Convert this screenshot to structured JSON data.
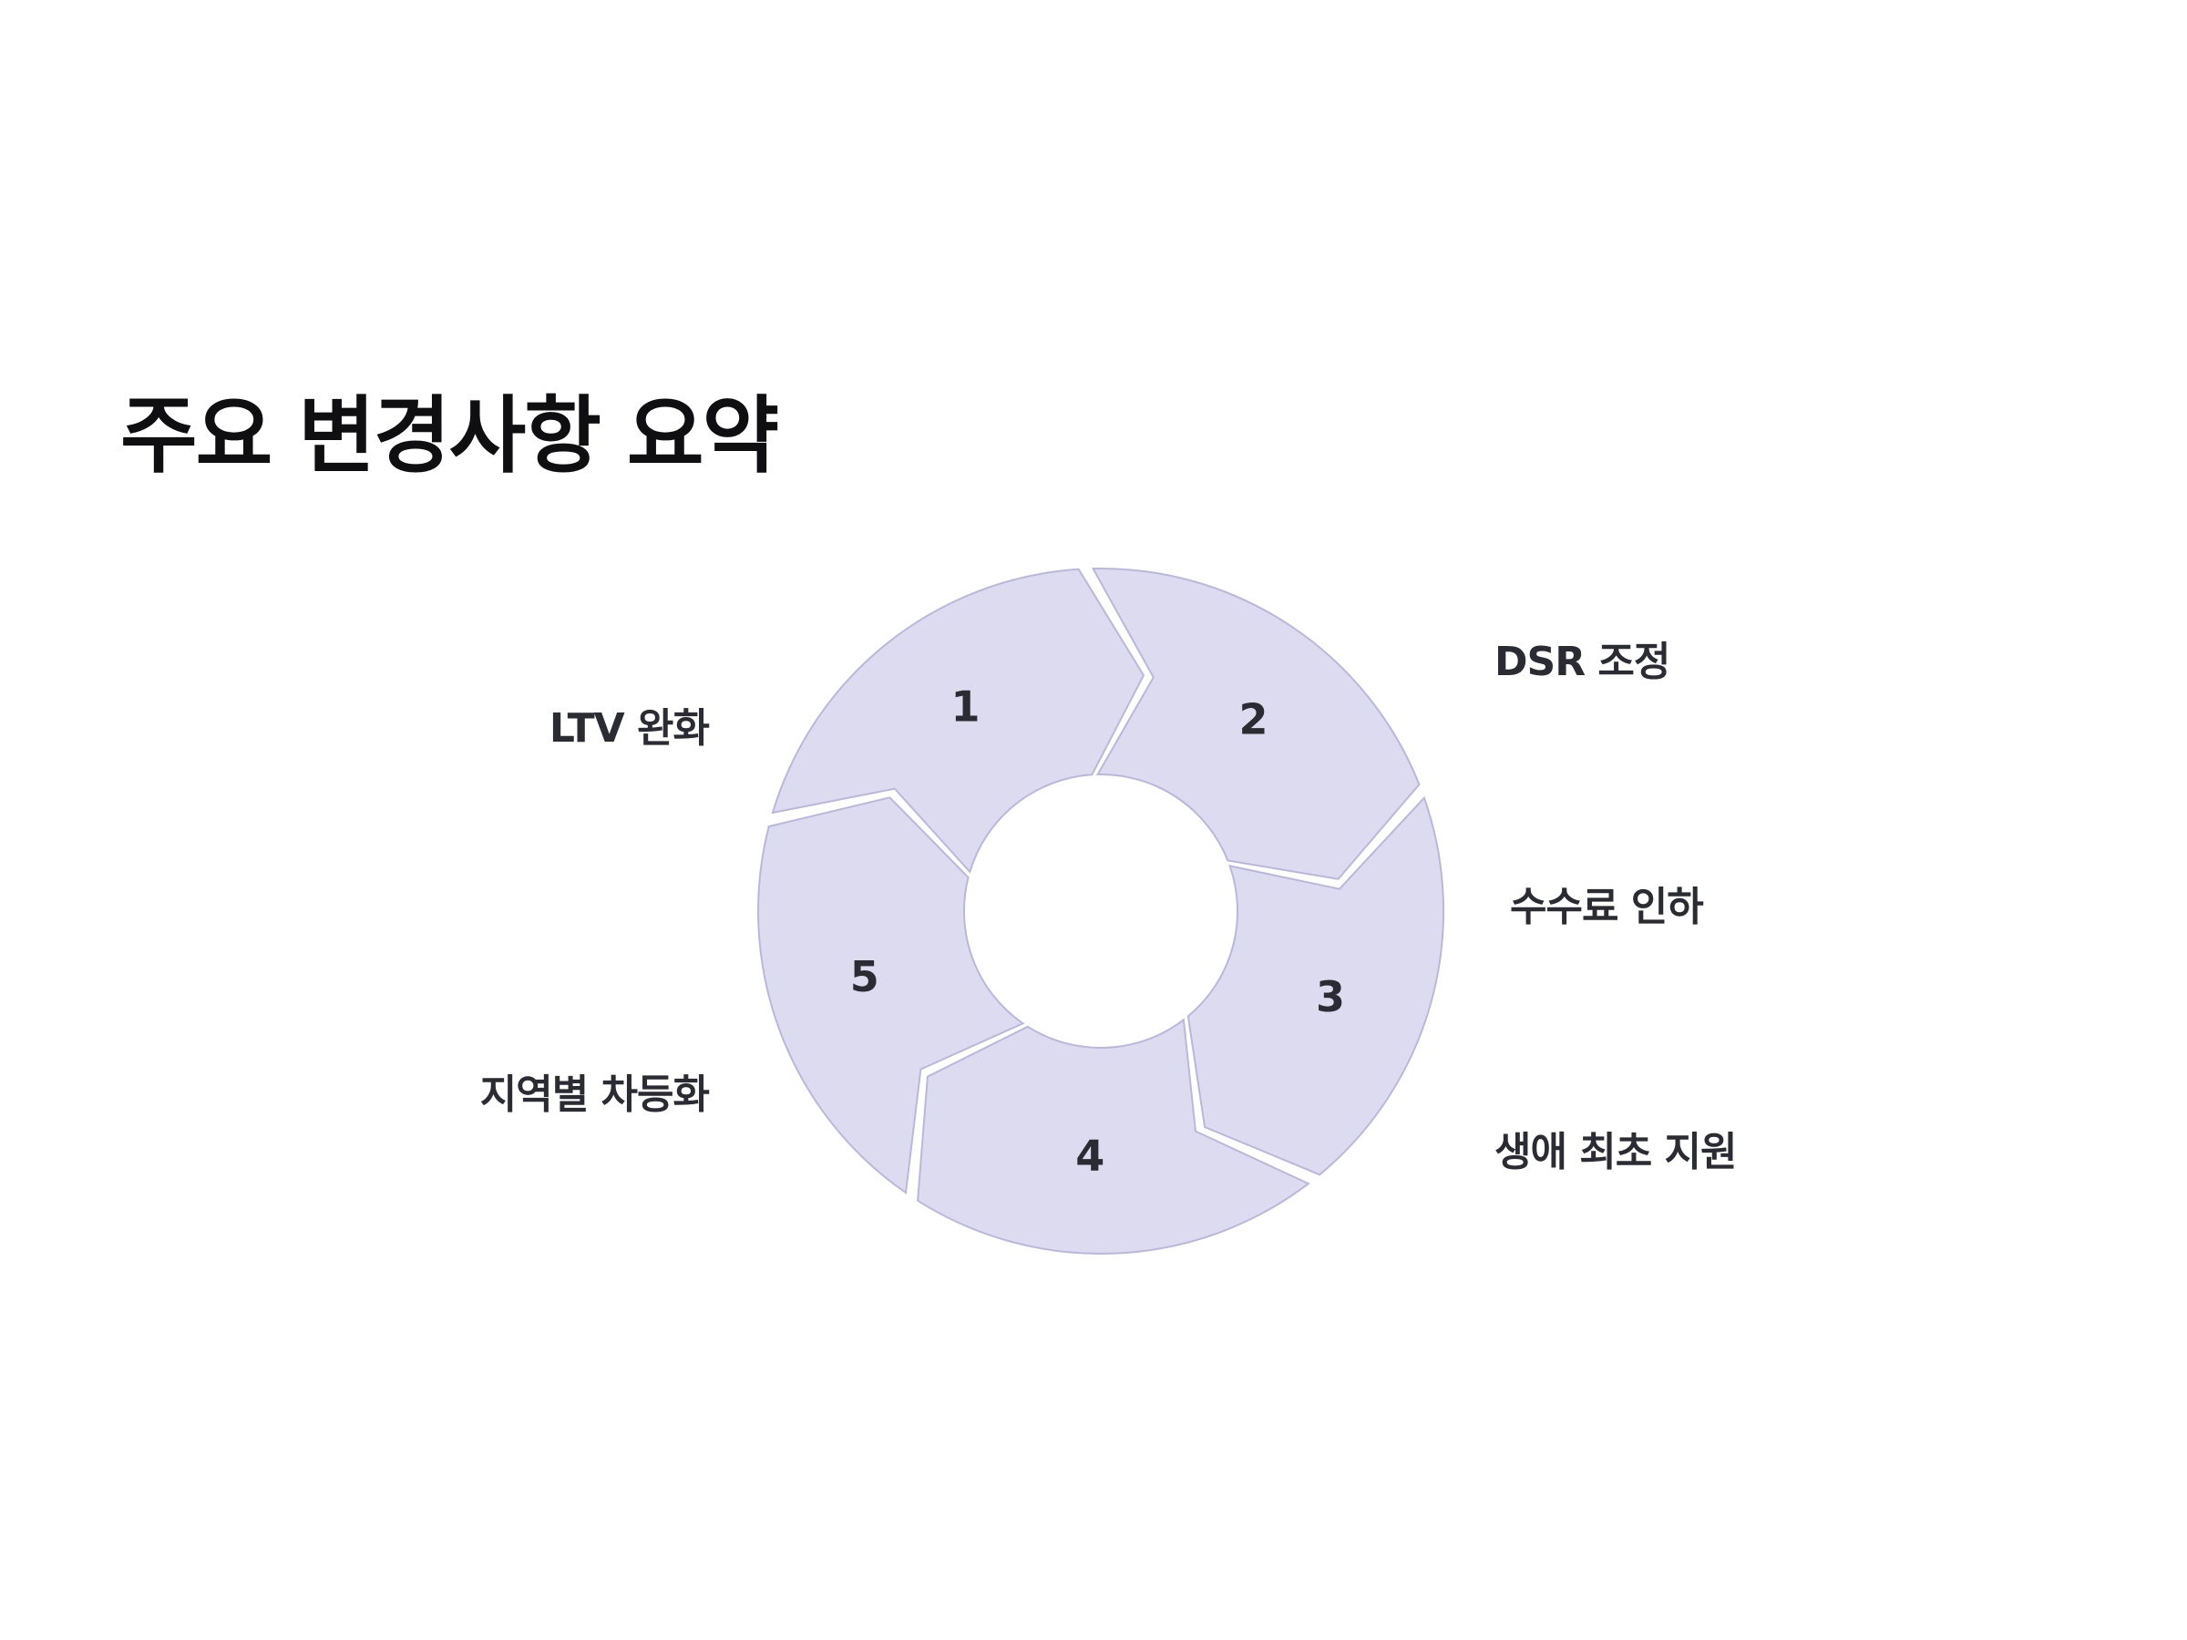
{
  "title": "주요 변경사항 요약",
  "accent_colors": {
    "segment_fill": "#dcdbf0",
    "segment_stroke": "#b9b7dc",
    "text": "#2b2b33",
    "title": "#0f0f12"
  },
  "steps": [
    {
      "number": "1",
      "label": "LTV 완화"
    },
    {
      "number": "2",
      "label": "DSR 조정"
    },
    {
      "number": "3",
      "label": "수수료 인하"
    },
    {
      "number": "4",
      "label": "생애 최초 지원"
    },
    {
      "number": "5",
      "label": "지역별 차등화"
    }
  ]
}
